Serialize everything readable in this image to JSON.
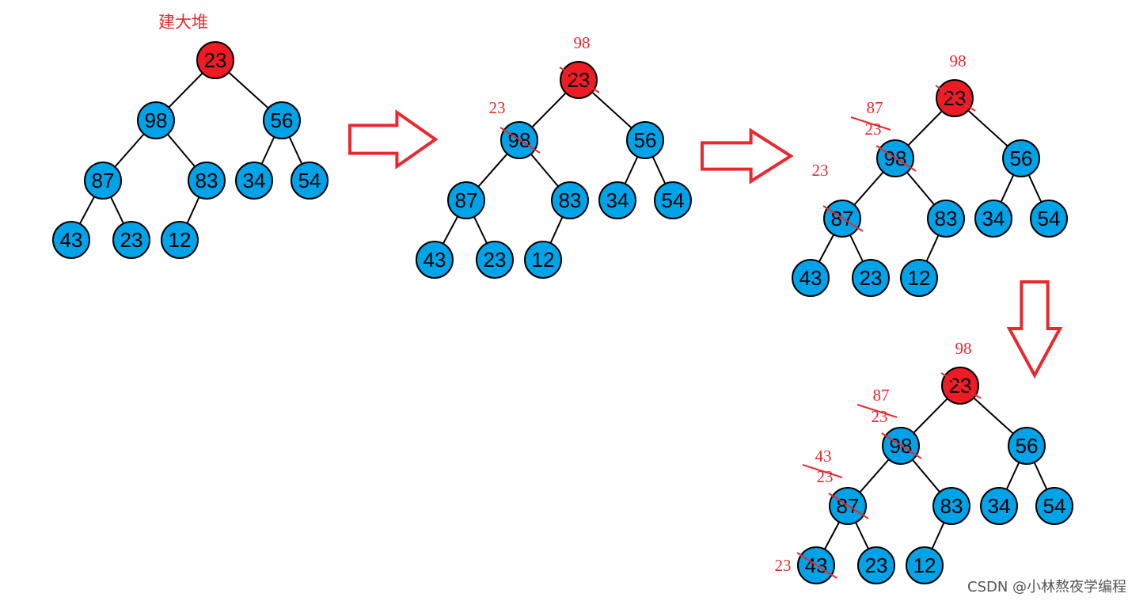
{
  "title": "建大堆",
  "watermark": "CSDN @小林熬夜学编程",
  "colors": {
    "root_fill": "#ed1c24",
    "node_fill": "#00a2e8",
    "edge": "#000000",
    "annotation": "#e8292f",
    "arrow": "#e8292f"
  },
  "trees": [
    {
      "id": "tree-1",
      "nodes": [
        "23",
        "98",
        "56",
        "87",
        "83",
        "34",
        "54",
        "43",
        "23",
        "12"
      ],
      "annotations": []
    },
    {
      "id": "tree-2",
      "nodes": [
        "23",
        "98",
        "56",
        "87",
        "83",
        "34",
        "54",
        "43",
        "23",
        "12"
      ],
      "annotations": [
        {
          "text": "98",
          "node": 0
        },
        {
          "text": "23",
          "node": 1
        }
      ]
    },
    {
      "id": "tree-3",
      "nodes": [
        "23",
        "98",
        "56",
        "87",
        "83",
        "34",
        "54",
        "43",
        "23",
        "12"
      ],
      "annotations": [
        {
          "text": "98",
          "node": 0
        },
        {
          "text": "87",
          "node": 1
        },
        {
          "text": "23",
          "node": 1
        },
        {
          "text": "23",
          "node": 3
        }
      ]
    },
    {
      "id": "tree-4",
      "nodes": [
        "23",
        "98",
        "56",
        "87",
        "83",
        "34",
        "54",
        "43",
        "23",
        "12"
      ],
      "annotations": [
        {
          "text": "98",
          "node": 0
        },
        {
          "text": "87",
          "node": 1
        },
        {
          "text": "23",
          "node": 1
        },
        {
          "text": "43",
          "node": 3
        },
        {
          "text": "23",
          "node": 3
        },
        {
          "text": "23",
          "node": 7
        }
      ]
    }
  ],
  "arrows": [
    {
      "id": "arrow-right-1",
      "direction": "right"
    },
    {
      "id": "arrow-right-2",
      "direction": "right"
    },
    {
      "id": "arrow-down-1",
      "direction": "down"
    }
  ]
}
